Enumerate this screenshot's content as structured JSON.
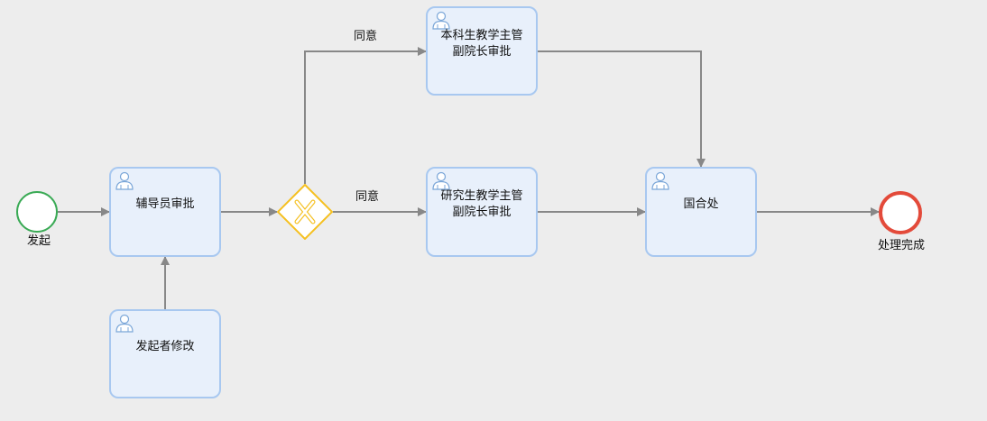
{
  "colors": {
    "start_event": "#3aaa55",
    "end_event": "#e34a3a",
    "gateway": "#f5c020",
    "task_border": "#a8c8f0",
    "task_fill": "#e8f0fb",
    "flow_line": "#888888"
  },
  "events": {
    "start": {
      "label": "发起"
    },
    "end": {
      "label": "处理完成"
    }
  },
  "tasks": {
    "counselor": {
      "label": "辅导员审批",
      "icon": "user-icon"
    },
    "initiator_edit": {
      "label": "发起者修改",
      "icon": "user-icon"
    },
    "undergrad": {
      "label": "本科生教学主管\n副院长审批",
      "icon": "user-icon"
    },
    "grad": {
      "label": "研究生教学主管\n副院长审批",
      "icon": "user-icon"
    },
    "intl": {
      "label": "国合处",
      "icon": "user-icon"
    }
  },
  "gateway": {
    "type": "exclusive",
    "icon": "x-icon"
  },
  "flows": {
    "to_undergrad": {
      "label": "同意"
    },
    "to_grad": {
      "label": "同意"
    }
  }
}
